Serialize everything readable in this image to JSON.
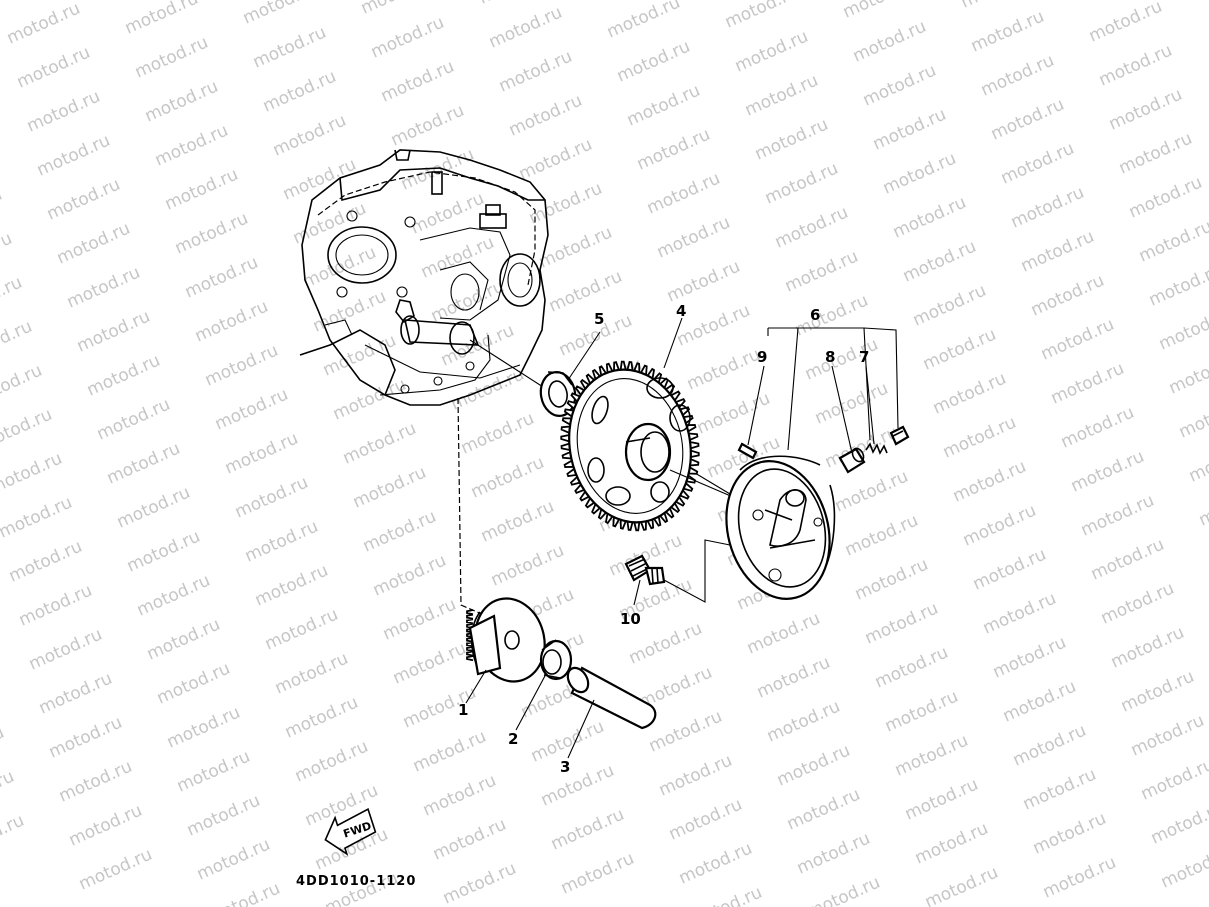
{
  "watermark": {
    "text": "motod.ru"
  },
  "callouts": {
    "c1": "1",
    "c2": "2",
    "c3": "3",
    "c4": "4",
    "c5": "5",
    "c6": "6",
    "c7": "7",
    "c8": "8",
    "c9": "9",
    "c10": "10"
  },
  "fwd_label": "FWD",
  "ref_code": "4DD1010-1120"
}
